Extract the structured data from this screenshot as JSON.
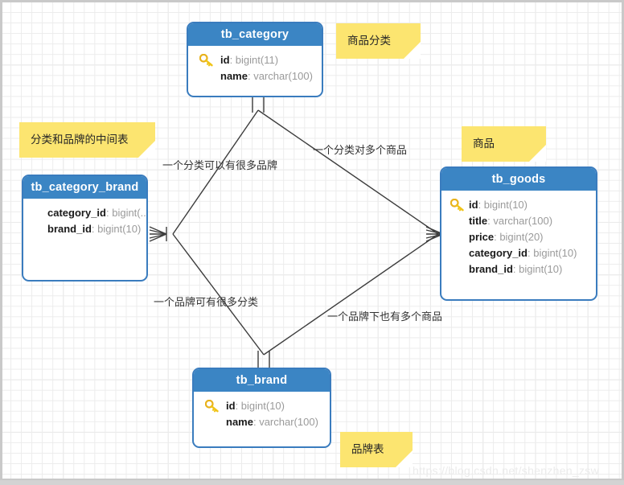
{
  "diagram": {
    "title": "ER Diagram",
    "background_color": "#ffffff",
    "grid_color": "#ececec",
    "entity_header_color": "#3b85c4",
    "entity_border_color": "#3a7cbe",
    "sticky_color": "#fce570",
    "connector_color": "#3c3c3c",
    "key_icon_color": "#f0c419"
  },
  "entities": [
    {
      "name": "tb_category",
      "attributes": [
        {
          "name": "id",
          "type": "bigint(11)",
          "primary_key": true,
          "key_icon": "key-icon"
        },
        {
          "name": "name",
          "type": "varchar(100)",
          "primary_key": false
        }
      ]
    },
    {
      "name": "tb_category_brand",
      "attributes": [
        {
          "name": "category_id",
          "type": "bigint(...",
          "primary_key": false
        },
        {
          "name": "brand_id",
          "type": "bigint(10)",
          "primary_key": false
        }
      ]
    },
    {
      "name": "tb_goods",
      "attributes": [
        {
          "name": "id",
          "type": "bigint(10)",
          "primary_key": true,
          "key_icon": "key-icon"
        },
        {
          "name": "title",
          "type": "varchar(100)",
          "primary_key": false
        },
        {
          "name": "price",
          "type": "bigint(20)",
          "primary_key": false
        },
        {
          "name": "category_id",
          "type": "bigint(10)",
          "primary_key": false
        },
        {
          "name": "brand_id",
          "type": "bigint(10)",
          "primary_key": false
        }
      ]
    },
    {
      "name": "tb_brand",
      "attributes": [
        {
          "name": "id",
          "type": "bigint(10)",
          "primary_key": true,
          "key_icon": "key-icon"
        },
        {
          "name": "name",
          "type": "varchar(100)",
          "primary_key": false
        }
      ]
    }
  ],
  "sticky_notes": [
    {
      "id": "note-category",
      "text": "商品分类"
    },
    {
      "id": "note-middle-table",
      "text": "分类和品牌的中间表"
    },
    {
      "id": "note-goods",
      "text": "商品"
    },
    {
      "id": "note-brand",
      "text": "品牌表"
    }
  ],
  "edge_labels": [
    {
      "id": "label-category-to-brand",
      "text": "一个分类可以有很多品牌"
    },
    {
      "id": "label-category-to-goods",
      "text": "一个分类对多个商品"
    },
    {
      "id": "label-brand-to-category",
      "text": "一个品牌可有很多分类"
    },
    {
      "id": "label-brand-to-goods",
      "text": "一个品牌下也有多个商品"
    }
  ],
  "watermark": {
    "text": "https://blog.csdn.net/shenzhen_zsw"
  }
}
